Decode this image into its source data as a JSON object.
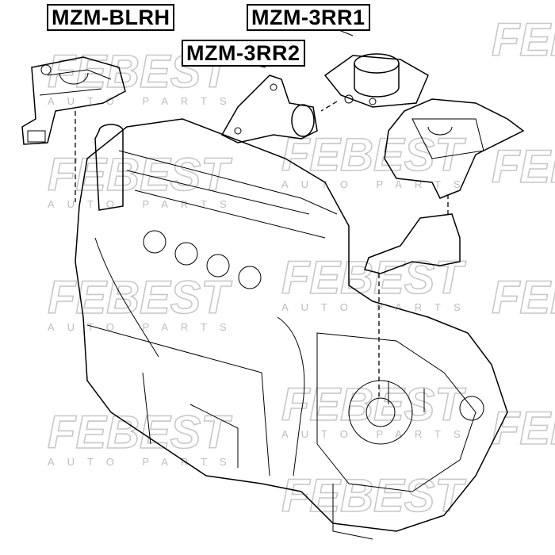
{
  "labels": {
    "blrh": "MZM-BLRH",
    "rr1": "MZM-3RR1",
    "rr2": "MZM-3RR2"
  },
  "watermark": {
    "brand": "FEBEST",
    "sub": "AUTO PARTS"
  }
}
